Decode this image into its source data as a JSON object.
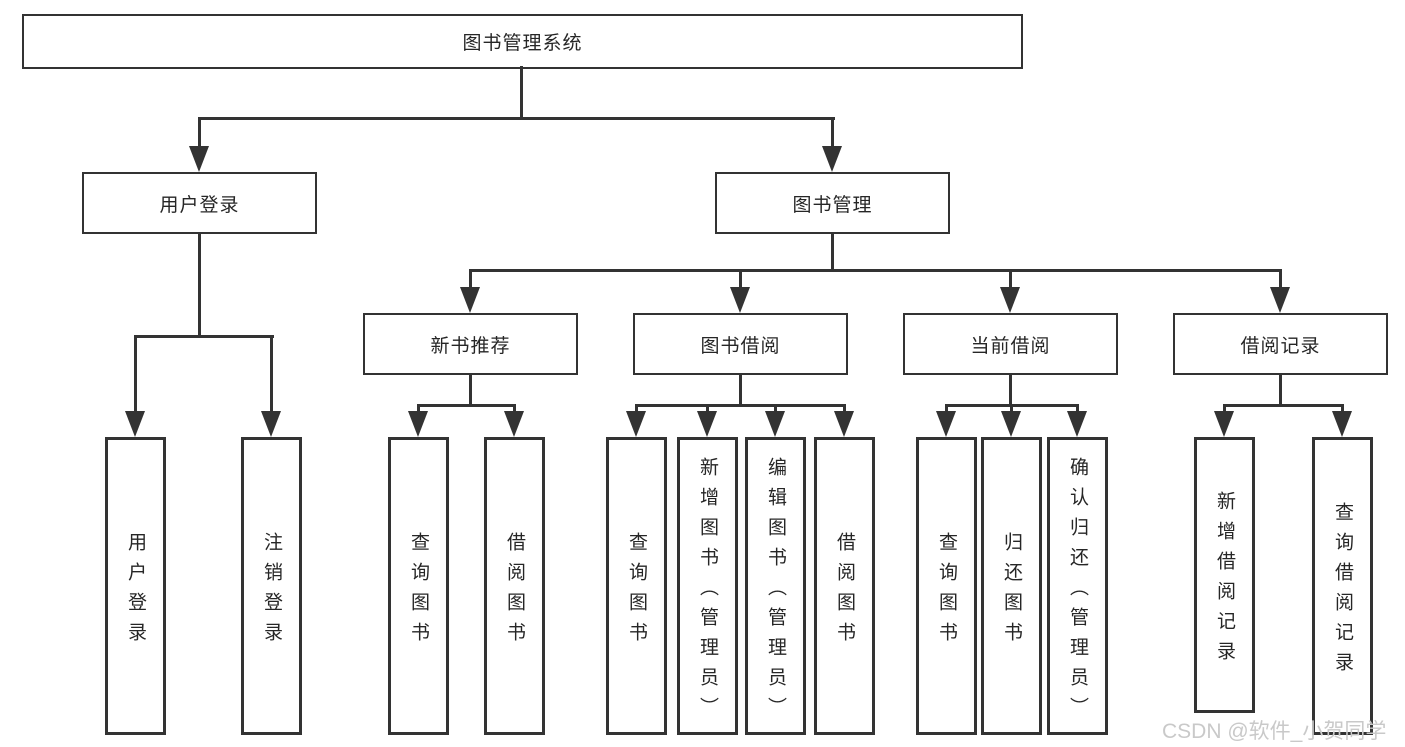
{
  "tree": {
    "root": {
      "label": "图书管理系统"
    },
    "level2": [
      {
        "label": "用户登录",
        "children": [
          {
            "label": "用户登录"
          },
          {
            "label": "注销登录"
          }
        ]
      },
      {
        "label": "图书管理",
        "children": [
          {
            "label": "新书推荐",
            "children": [
              {
                "label": "查询图书"
              },
              {
                "label": "借阅图书"
              }
            ]
          },
          {
            "label": "图书借阅",
            "children": [
              {
                "label": "查询图书"
              },
              {
                "label": "新增图书（管理员）"
              },
              {
                "label": "编辑图书（管理员）"
              },
              {
                "label": "借阅图书"
              }
            ]
          },
          {
            "label": "当前借阅",
            "children": [
              {
                "label": "查询图书"
              },
              {
                "label": "归还图书"
              },
              {
                "label": "确认归还（管理员）"
              }
            ]
          },
          {
            "label": "借阅记录",
            "children": [
              {
                "label": "新增借阅记录"
              },
              {
                "label": "查询借阅记录"
              }
            ]
          }
        ]
      }
    ]
  },
  "watermark": {
    "text": "CSDN @软件_小贺同学"
  },
  "colors": {
    "line": "#333333",
    "box_border": "#333333",
    "text": "#262626",
    "background": "#ffffff",
    "watermark_text": "#c9c9c9"
  }
}
